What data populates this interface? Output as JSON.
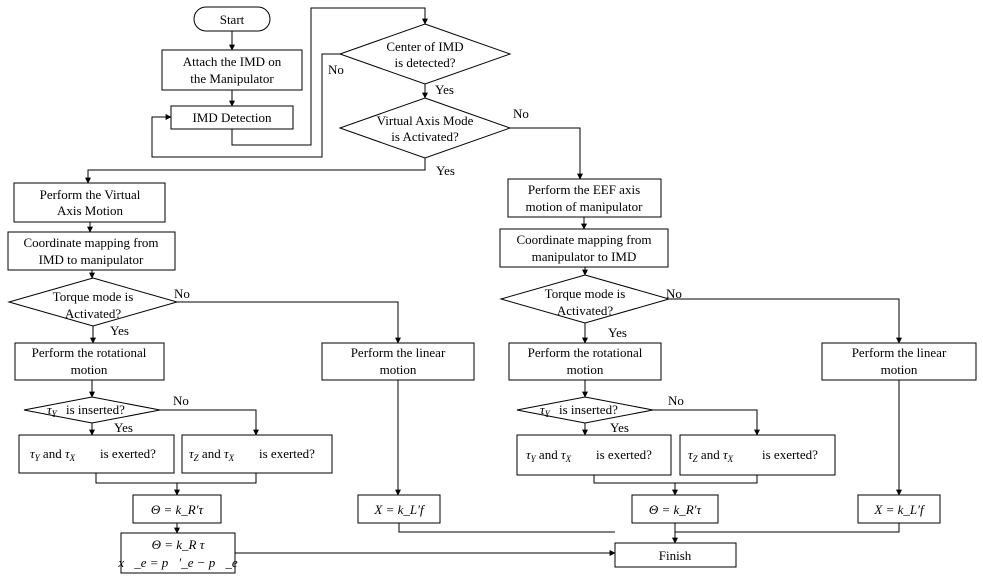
{
  "nodes": {
    "start": "Start",
    "attach_1": "Attach the IMD on",
    "attach_2": "the Manipulator",
    "detect": "IMD Detection",
    "center_1": "Center of IMD",
    "center_2": "is detected?",
    "virt_1": "Virtual Axis Mode",
    "virt_2": "is Activated?",
    "pv_1": "Perform the Virtual",
    "pv_2": "Axis Motion",
    "map_l_1": "Coordinate mapping from",
    "map_l_2": "IMD to manipulator",
    "torque_l_1": "Torque mode is",
    "torque_l_2": "Activated?",
    "rot_l_1": "Perform the rotational",
    "rot_l_2": "motion",
    "tauy_l": "is inserted?",
    "exy_l": "is exerted?",
    "exz_l": "is exerted?",
    "theta_l": "Θ = k_R′τ",
    "lin_l_1": "Perform the linear",
    "lin_l_2": "motion",
    "xl_l": "X = k_L′f",
    "final_1": "Θ = k_R τ",
    "final_2": "x⃗_e = p⃗′_e − p⃗_e",
    "eef_1": "Perform the EEF axis",
    "eef_2": "motion of manipulator",
    "map_r_1": "Coordinate mapping from",
    "map_r_2": "manipulator to IMD",
    "torque_r_1": "Torque mode is",
    "torque_r_2": "Activated?",
    "rot_r_1": "Perform the rotational",
    "rot_r_2": "motion",
    "tauy_r": "is inserted?",
    "exy_r": "is exerted?",
    "exz_r": "is exerted?",
    "theta_r": "Θ = k_R′τ",
    "lin_r_1": "Perform the linear",
    "lin_r_2": "motion",
    "xl_r": "X = k_L′f",
    "finish": "Finish"
  },
  "labels": {
    "no_center": "No",
    "yes_center": "Yes",
    "no_virt": "No",
    "yes_virt": "Yes",
    "no_torque_l": "No",
    "yes_torque_l": "Yes",
    "no_tau_l": "No",
    "yes_tau_l": "Yes",
    "no_torque_r": "No",
    "yes_torque_r": "Yes",
    "no_tau_r": "No",
    "yes_tau_r": "Yes"
  }
}
